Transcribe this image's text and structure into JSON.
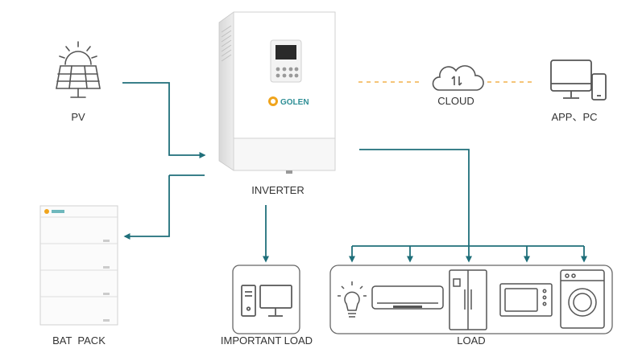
{
  "nodes": {
    "pv": "PV",
    "inverter": "INVERTER",
    "cloud": "CLOUD",
    "app_pc": "APP、PC",
    "bat_pack": "BAT  PACK",
    "important_load": "IMPORTANT LOAD",
    "load": "LOAD"
  },
  "brand": "GOLEN",
  "colors": {
    "arrow": "#1f6f7a",
    "dashed_link": "#f2b24c",
    "icon_stroke": "#555555",
    "frame": "#666666"
  },
  "icons": {
    "pv": "solar-panel-icon",
    "cloud": "cloud-sync-icon",
    "app_pc": "monitor-phone-icon",
    "important_load": "desktop-computer-icon",
    "load": [
      "light-bulb-icon",
      "air-conditioner-icon",
      "refrigerator-icon",
      "microwave-icon",
      "washing-machine-icon"
    ]
  }
}
